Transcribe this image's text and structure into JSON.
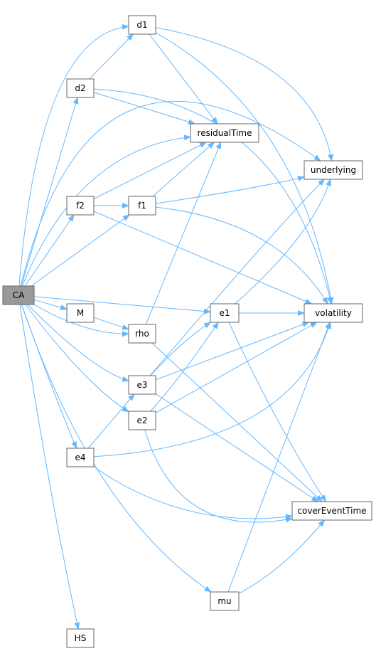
{
  "graph": {
    "root": "CA",
    "colors": {
      "edge": "#63b8ff",
      "node_fill": "#ffffff",
      "node_border": "#666666",
      "root_fill": "#999999",
      "root_border": "#666666",
      "text": "#000000"
    },
    "nodes": [
      {
        "id": "CA",
        "label": "CA"
      },
      {
        "id": "d1",
        "label": "d1"
      },
      {
        "id": "d2",
        "label": "d2"
      },
      {
        "id": "residualTime",
        "label": "residualTime"
      },
      {
        "id": "underlying",
        "label": "underlying"
      },
      {
        "id": "f2",
        "label": "f2"
      },
      {
        "id": "f1",
        "label": "f1"
      },
      {
        "id": "M",
        "label": "M"
      },
      {
        "id": "rho",
        "label": "rho"
      },
      {
        "id": "e1",
        "label": "e1"
      },
      {
        "id": "volatility",
        "label": "volatility"
      },
      {
        "id": "e3",
        "label": "e3"
      },
      {
        "id": "e2",
        "label": "e2"
      },
      {
        "id": "e4",
        "label": "e4"
      },
      {
        "id": "coverEventTime",
        "label": "coverEventTime"
      },
      {
        "id": "mu",
        "label": "mu"
      },
      {
        "id": "HS",
        "label": "HS"
      }
    ],
    "edges": [
      [
        "CA",
        "d1"
      ],
      [
        "CA",
        "d2"
      ],
      [
        "CA",
        "residualTime"
      ],
      [
        "CA",
        "underlying"
      ],
      [
        "CA",
        "f2"
      ],
      [
        "CA",
        "f1"
      ],
      [
        "CA",
        "M"
      ],
      [
        "CA",
        "rho"
      ],
      [
        "CA",
        "e1"
      ],
      [
        "CA",
        "e3"
      ],
      [
        "CA",
        "e2"
      ],
      [
        "CA",
        "e4"
      ],
      [
        "CA",
        "mu"
      ],
      [
        "CA",
        "HS"
      ],
      [
        "d1",
        "residualTime"
      ],
      [
        "d1",
        "underlying"
      ],
      [
        "d1",
        "volatility"
      ],
      [
        "d2",
        "d1"
      ],
      [
        "d2",
        "residualTime"
      ],
      [
        "d2",
        "volatility"
      ],
      [
        "f2",
        "residualTime"
      ],
      [
        "f2",
        "f1"
      ],
      [
        "f2",
        "volatility"
      ],
      [
        "f1",
        "residualTime"
      ],
      [
        "f1",
        "underlying"
      ],
      [
        "f1",
        "volatility"
      ],
      [
        "M",
        "rho"
      ],
      [
        "rho",
        "residualTime"
      ],
      [
        "rho",
        "coverEventTime"
      ],
      [
        "e1",
        "underlying"
      ],
      [
        "e1",
        "volatility"
      ],
      [
        "e1",
        "coverEventTime"
      ],
      [
        "e3",
        "e1"
      ],
      [
        "e3",
        "underlying"
      ],
      [
        "e3",
        "volatility"
      ],
      [
        "e3",
        "coverEventTime"
      ],
      [
        "e2",
        "e1"
      ],
      [
        "e2",
        "volatility"
      ],
      [
        "e2",
        "coverEventTime"
      ],
      [
        "e4",
        "e3"
      ],
      [
        "e4",
        "volatility"
      ],
      [
        "e4",
        "coverEventTime"
      ],
      [
        "mu",
        "volatility"
      ],
      [
        "mu",
        "coverEventTime"
      ]
    ]
  }
}
